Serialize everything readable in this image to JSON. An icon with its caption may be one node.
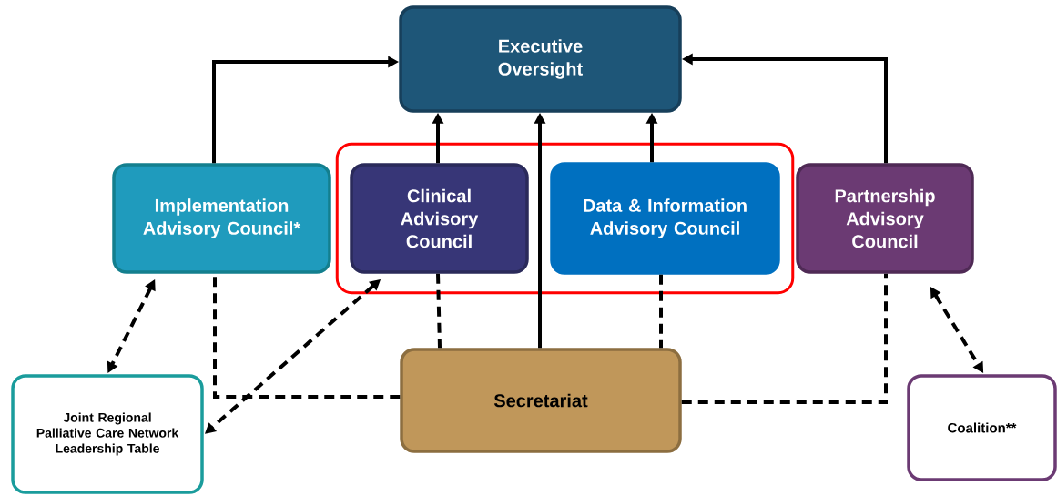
{
  "diagram": {
    "nodes": [
      {
        "text": [
          "Executive Oversight"
        ]
      },
      {
        "text": [
          "Implementation Advisory Council*"
        ]
      },
      {
        "text": [],
        "shape": "box"
      },
      {
        "text": [
          "Clinical Advisory Council"
        ],
        "in": 2
      },
      {
        "text": [
          "Data & Information Advisory Council"
        ],
        "in": 2
      },
      {
        "text": [
          "Partnership Advisory Council"
        ]
      },
      {
        "text": [
          "Joint Regional Palliative Care Network Leadership Table"
        ]
      },
      {
        "text": [
          "Secretariat"
        ]
      },
      {
        "text": [
          "Coalition**"
        ]
      }
    ],
    "edges": [
      {
        "from": 1,
        "to": 0,
        "arrow": "to"
      },
      {
        "from": 3,
        "to": 0,
        "arrow": "to"
      },
      {
        "from": 7,
        "to": 0,
        "arrow": "to"
      },
      {
        "from": 4,
        "to": 0,
        "arrow": "to"
      },
      {
        "from": 5,
        "to": 0,
        "arrow": "to"
      },
      {
        "from": 1,
        "to": 6,
        "arrow": "both",
        "style": "dashed"
      },
      {
        "from": 3,
        "to": 6,
        "arrow": "both",
        "style": "dashed"
      },
      {
        "from": 3,
        "to": 7,
        "arrow": "none",
        "style": "dashed"
      },
      {
        "from": 4,
        "to": 7,
        "arrow": "none",
        "style": "dashed"
      },
      {
        "from": 7,
        "to": 1,
        "arrow": "none",
        "style": "dashed"
      },
      {
        "from": 7,
        "to": 5,
        "arrow": "none",
        "style": "dashed"
      },
      {
        "from": 5,
        "to": 8,
        "arrow": "both",
        "style": "dashed"
      }
    ]
  }
}
